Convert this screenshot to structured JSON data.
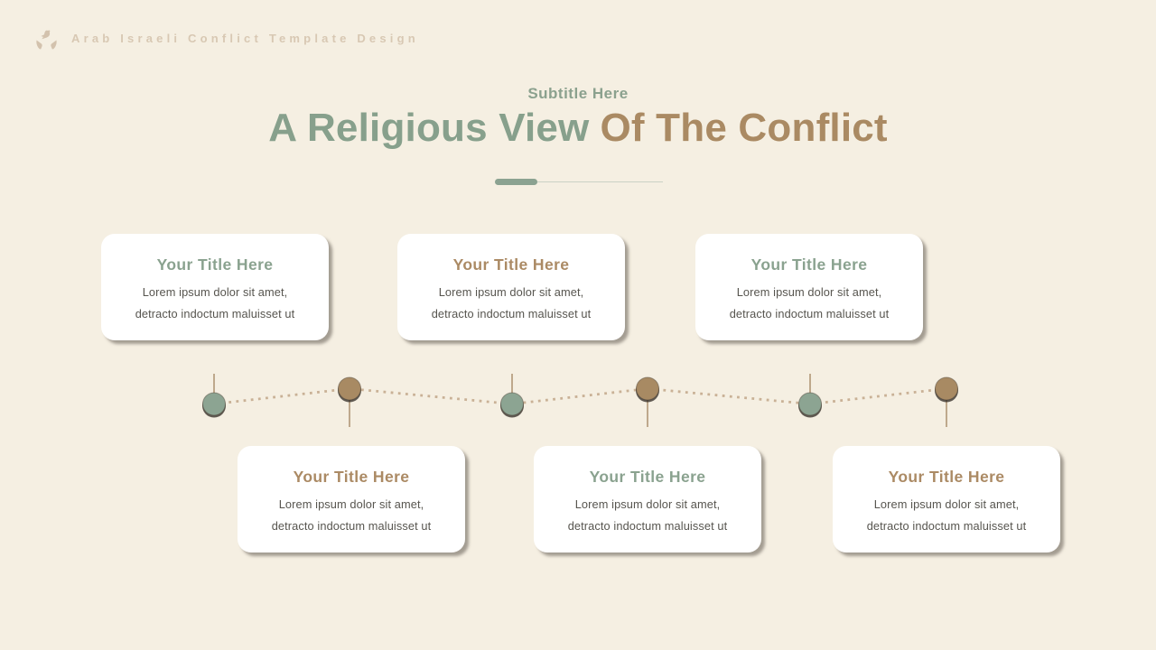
{
  "colors": {
    "background": "#f5efe2",
    "card_background": "#ffffff",
    "green_accent": "#8aa28f",
    "brown_accent": "#aa8a63",
    "brand_text": "#d8c8b3",
    "body_text": "#57554f",
    "divider_bar": "#8ba291",
    "dotted_line": "#c9b196",
    "node_green": "#8ca492",
    "node_brown": "#a88a63"
  },
  "header": {
    "brand": "Arab Israeli Conflict Template Design"
  },
  "heading": {
    "subtitle": "Subtitle Here",
    "title_green": "A Religious View",
    "title_brown": "Of The Conflict"
  },
  "cards": [
    {
      "position": "top-1",
      "accent": "green",
      "title": "Your Title Here",
      "line1": "Lorem ipsum dolor sit amet,",
      "line2": "detracto indoctum maluisset ut"
    },
    {
      "position": "top-2",
      "accent": "brown",
      "title": "Your Title Here",
      "line1": "Lorem ipsum dolor sit amet,",
      "line2": "detracto indoctum maluisset ut"
    },
    {
      "position": "top-3",
      "accent": "green",
      "title": "Your Title Here",
      "line1": "Lorem ipsum dolor sit amet,",
      "line2": "detracto indoctum maluisset ut"
    },
    {
      "position": "bottom-1",
      "accent": "brown",
      "title": "Your Title Here",
      "line1": "Lorem ipsum dolor sit amet,",
      "line2": "detracto indoctum maluisset ut"
    },
    {
      "position": "bottom-2",
      "accent": "green",
      "title": "Your Title Here",
      "line1": "Lorem ipsum dolor sit amet,",
      "line2": "detracto indoctum maluisset ut"
    },
    {
      "position": "bottom-3",
      "accent": "brown",
      "title": "Your Title Here",
      "line1": "Lorem ipsum dolor sit amet,",
      "line2": "detracto indoctum maluisset ut"
    }
  ],
  "timeline": {
    "node_order": [
      "green",
      "brown",
      "green",
      "brown",
      "green",
      "brown"
    ],
    "style": "dotted zigzag connector with pin sticks"
  }
}
